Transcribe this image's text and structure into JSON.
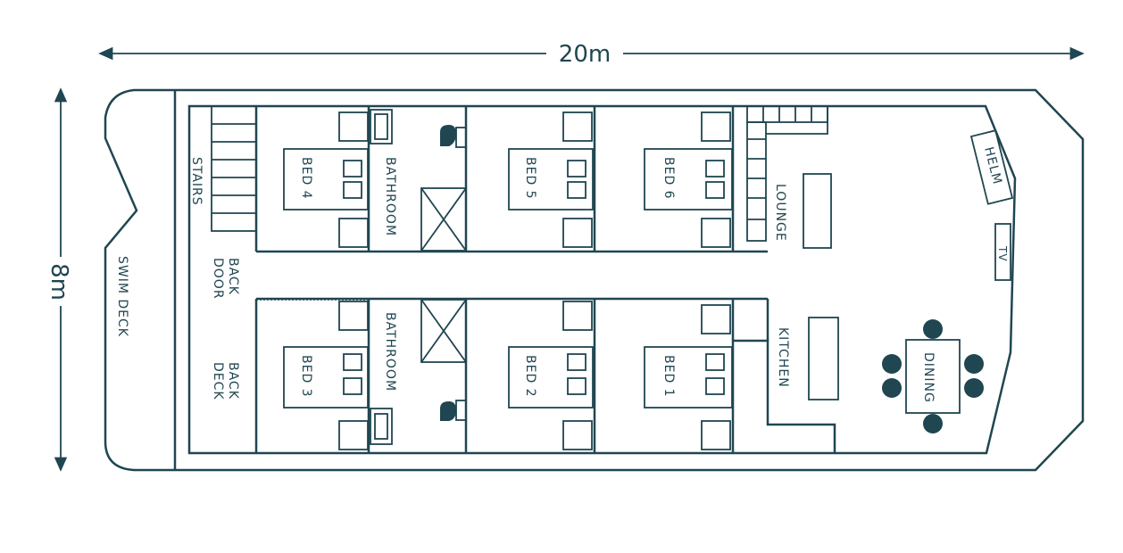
{
  "dimensions": {
    "length": "20m",
    "width": "8m"
  },
  "labels": {
    "swim_deck": "SWIM DECK",
    "stairs": "STAIRS",
    "back_door": [
      "BACK",
      "DOOR"
    ],
    "back_deck": [
      "BACK",
      "DECK"
    ],
    "bed_4": "BED 4",
    "bed_3": "BED 3",
    "bed_5": "BED 5",
    "bed_2": "BED 2",
    "bed_6": "BED 6",
    "bed_1": "BED 1",
    "bathroom_top": "BATHROOM",
    "bathroom_bottom": "BATHROOM",
    "lounge": "LOUNGE",
    "kitchen": "KITCHEN",
    "helm": "HELM",
    "tv": "TV",
    "dining": "DINING"
  },
  "colors": {
    "line": "#1f4651",
    "background": "#ffffff"
  }
}
